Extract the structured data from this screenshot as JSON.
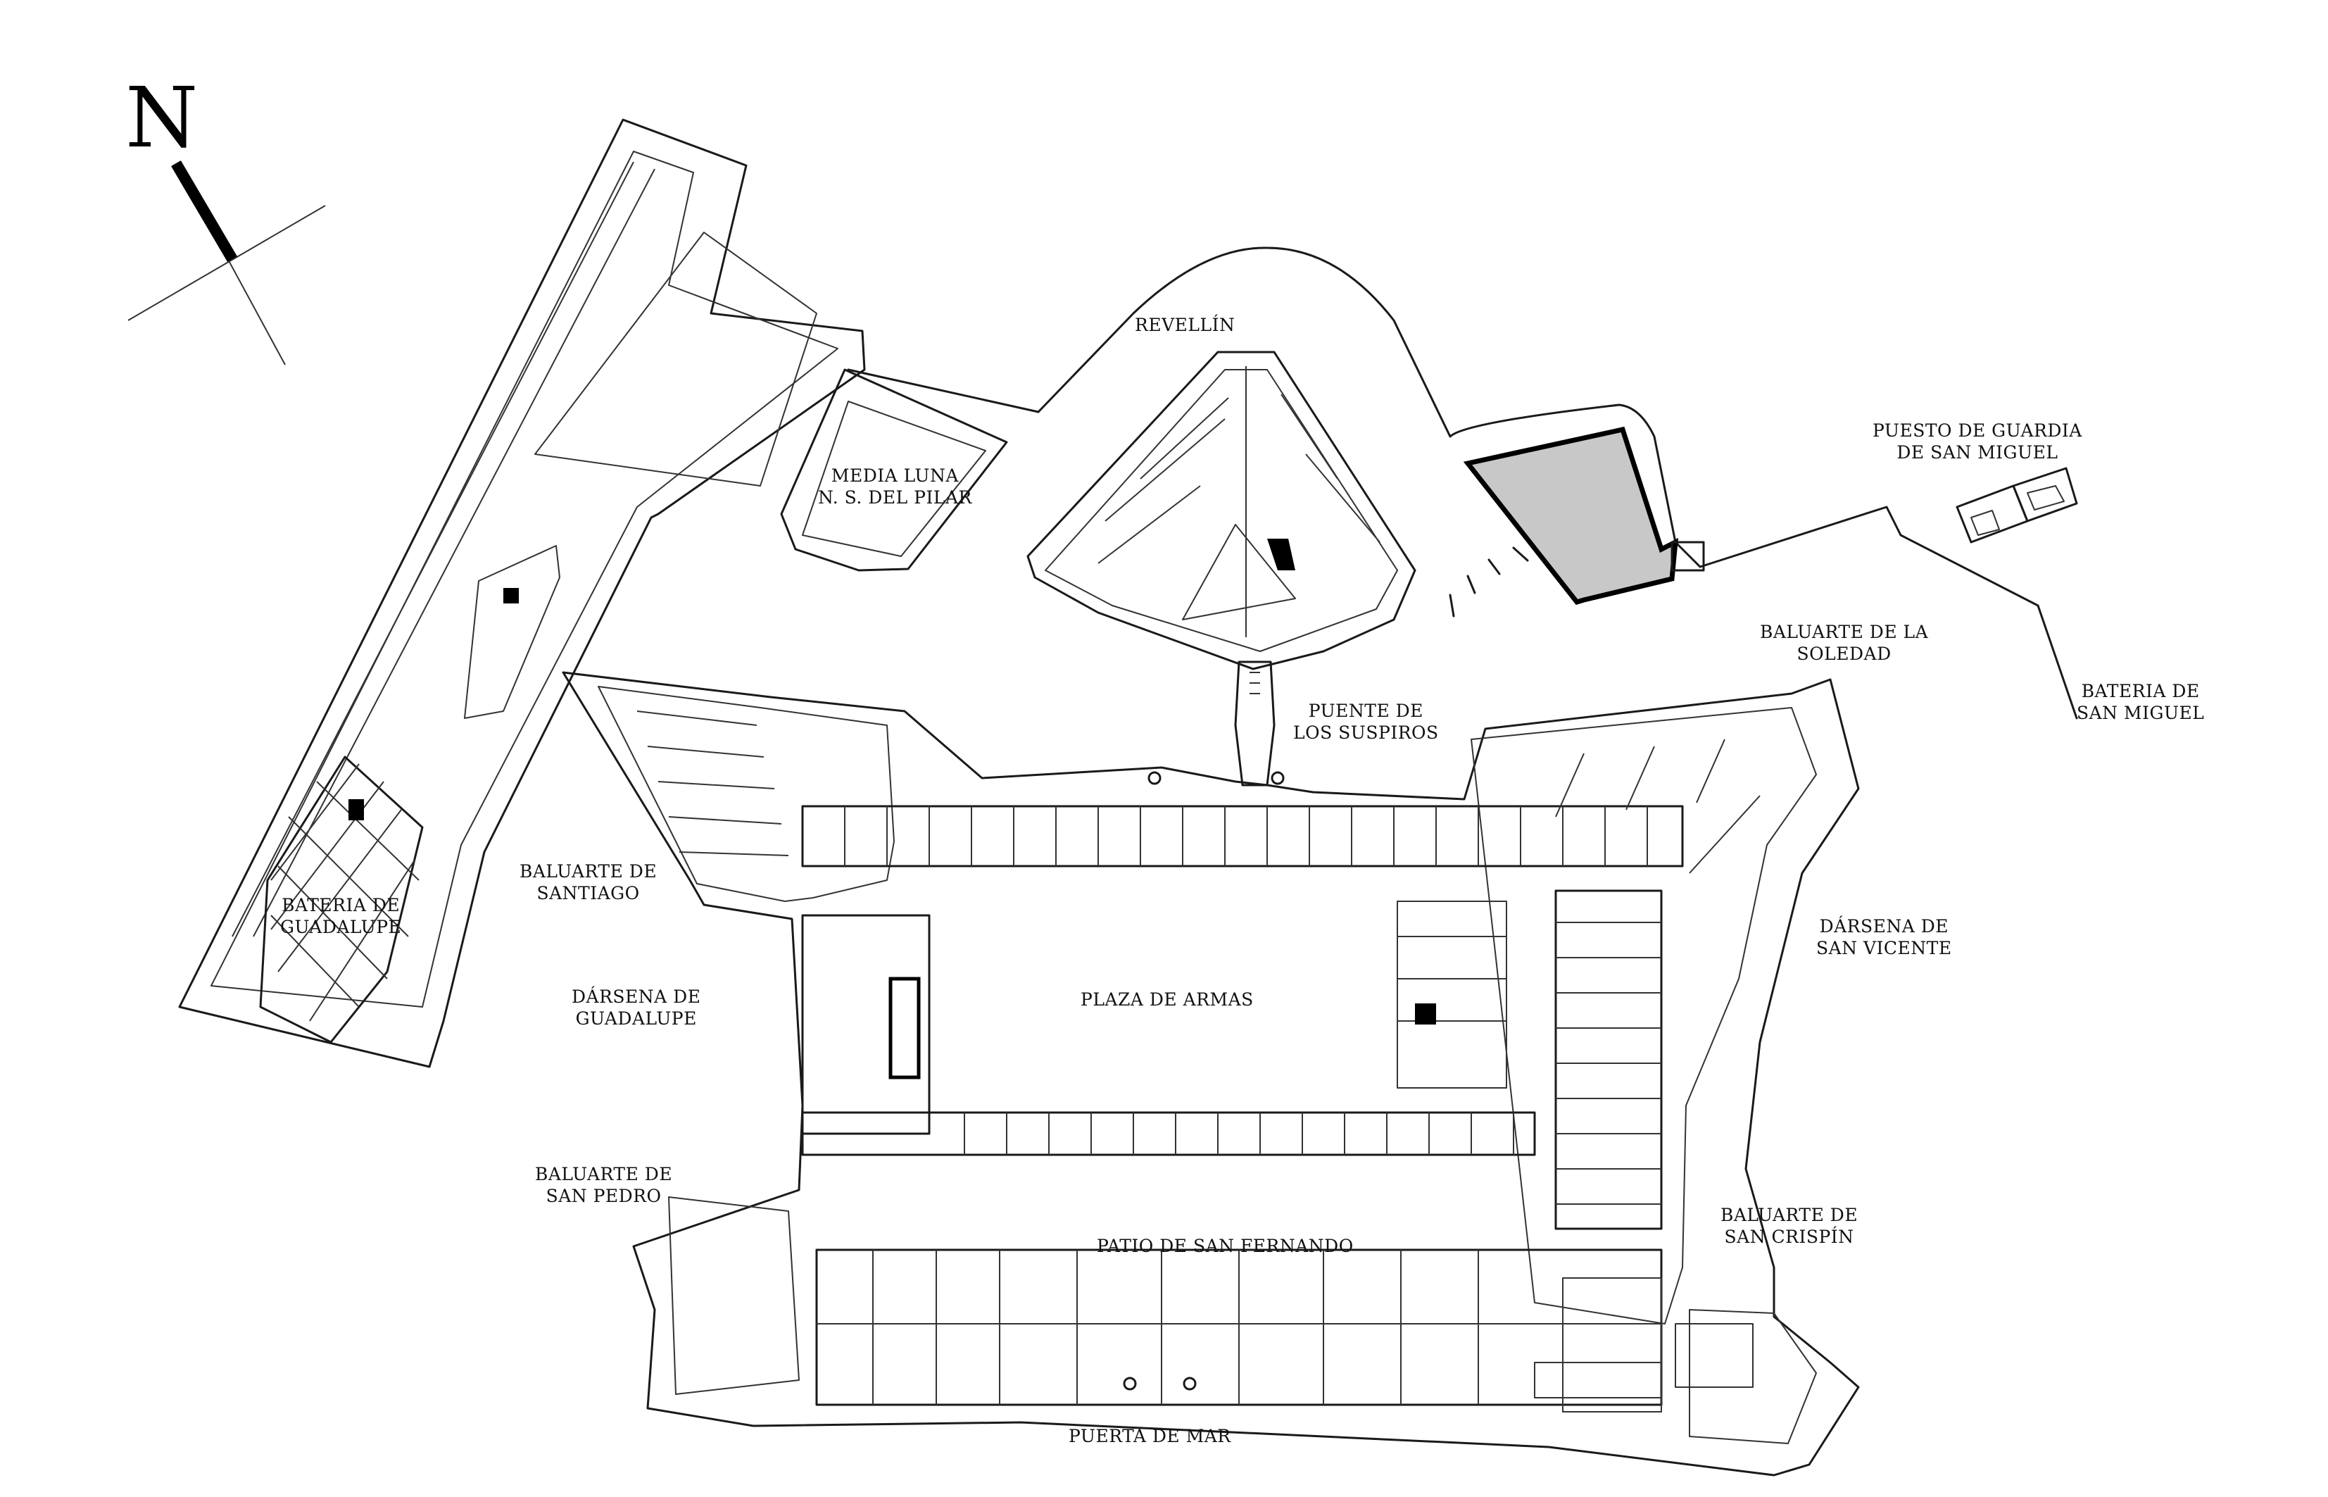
{
  "map": {
    "north_label": "N",
    "highlight_color": "#c8c8c8",
    "line_color": "#1a1a1a",
    "labels": {
      "revellin": [
        "REVELLÍN"
      ],
      "media_luna": [
        "MEDIA LUNA",
        "N. S. DEL PILAR"
      ],
      "puesto_guardia": [
        "PUESTO DE GUARDIA",
        "DE SAN MIGUEL"
      ],
      "baluarte_soledad": [
        "BALUARTE DE LA",
        "SOLEDAD"
      ],
      "bateria_san_miguel": [
        "BATERIA DE",
        "SAN MIGUEL"
      ],
      "puente_suspiros": [
        "PUENTE DE",
        "LOS SUSPIROS"
      ],
      "baluarte_santiago": [
        "BALUARTE DE",
        "SANTIAGO"
      ],
      "bateria_guadalupe": [
        "BATERIA DE",
        "GUADALUPE"
      ],
      "darsena_guadalupe": [
        "DÁRSENA DE",
        "GUADALUPE"
      ],
      "plaza_armas": [
        "PLAZA DE ARMAS"
      ],
      "darsena_san_vicente": [
        "DÁRSENA DE",
        "SAN VICENTE"
      ],
      "baluarte_san_pedro": [
        "BALUARTE DE",
        "SAN PEDRO"
      ],
      "patio_san_fernando": [
        "PATIO DE SAN FERNANDO"
      ],
      "baluarte_san_crispin": [
        "BALUARTE DE",
        "SAN CRISPÍN"
      ],
      "puerta_mar": [
        "PUERTA DE MAR"
      ]
    }
  }
}
